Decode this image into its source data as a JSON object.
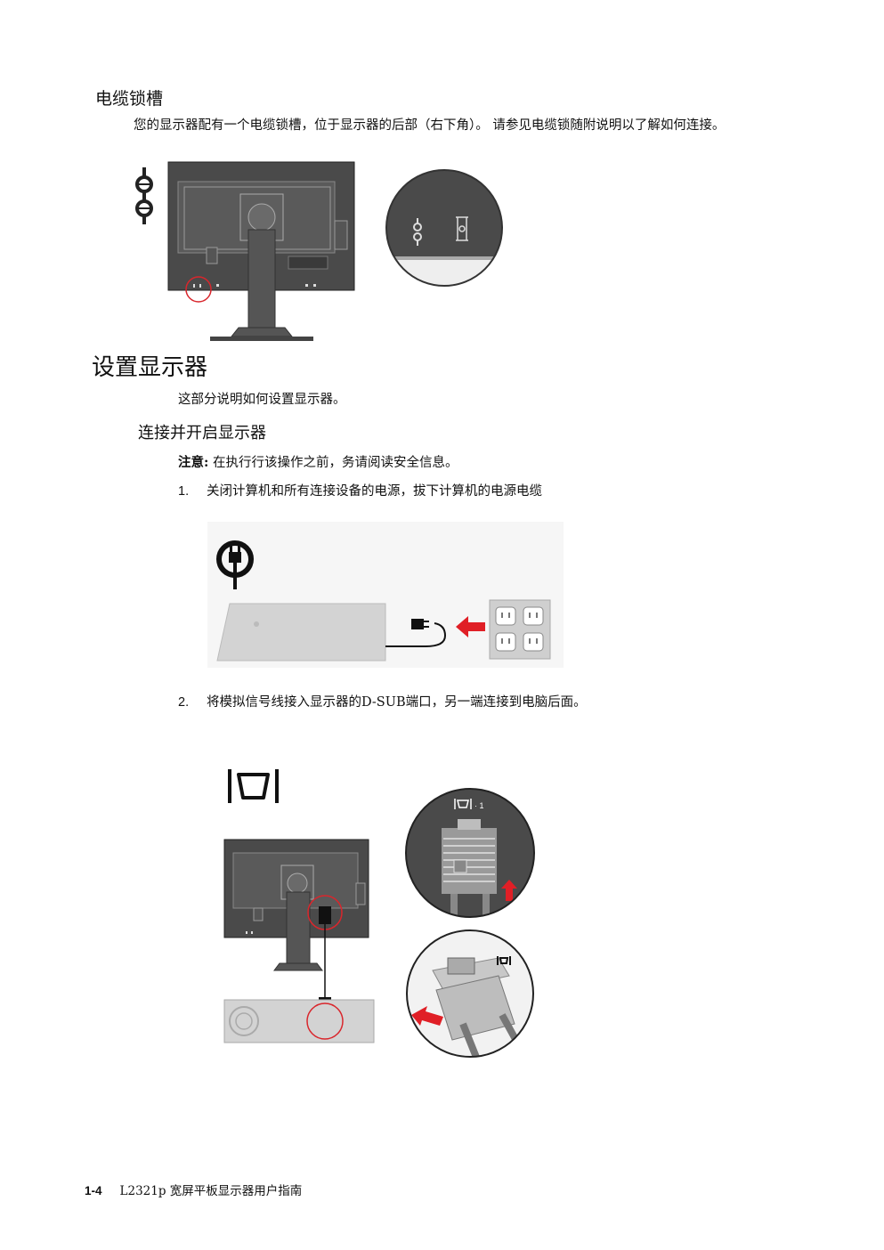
{
  "sections": {
    "cable_lock": {
      "heading": "电缆锁槽",
      "body": "您的显示器配有一个电缆锁槽，位于显示器的后部（右下角）。 请参见电缆锁随附说明以了解如何连接。"
    },
    "setup": {
      "heading": "设置显示器",
      "intro": "这部分说明如何设置显示器。"
    },
    "connect": {
      "heading": "连接并开启显示器",
      "note_label": "注意:",
      "note_text": " 在执行行该操作之前，务请阅读安全信息。",
      "steps": [
        {
          "num": "1.",
          "text": "关闭计算机和所有连接设备的电源，拔下计算机的电源电缆"
        },
        {
          "num": "2.",
          "text": "将模拟信号线接入显示器的D-SUB端口，另一端连接到电脑后面。"
        }
      ]
    }
  },
  "figure_labels": {
    "port_label": "· 1"
  },
  "footer": {
    "page": "1-4",
    "title": "L2321p 宽屏平板显示器用户指南"
  },
  "colors": {
    "monitor_gray": "#4a4a4a",
    "highlight_red": "#d9262c",
    "arrow_red": "#e01f26",
    "light_gray": "#cfcfcf"
  }
}
